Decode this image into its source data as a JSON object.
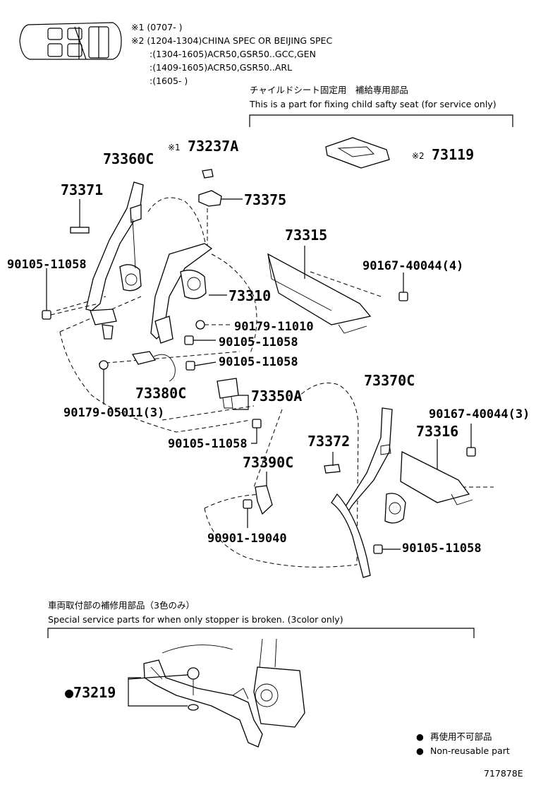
{
  "notes": {
    "note1": "※1 (0707-       )",
    "note2": "※2 (1204-1304)CHINA SPEC OR BEIJING SPEC",
    "note3": ":(1304-1605)ACR50,GSR50..GCC,GEN",
    "note4": ":(1409-1605)ACR50,GSR50..ARL",
    "note5": ":(1605-       )"
  },
  "child_seat": {
    "jp": "チャイルドシート固定用　補給専用部品",
    "en": "This is a part for fixing child safty seat (for service only)"
  },
  "special_service": {
    "jp": "車両取付部の補修用部品（3色のみ）",
    "en": "Special service parts for when only stopper is broken. (3color only)"
  },
  "legend": {
    "jp": "再使用不可部品",
    "en": "Non-reusable part"
  },
  "figure_id": "717878E",
  "markers": {
    "m1": "※1",
    "m2": "※2",
    "bullet": "●"
  },
  "parts": {
    "p73360C": "73360C",
    "p73237A": "73237A",
    "p73119": "73119",
    "p73371": "73371",
    "p73375": "73375",
    "p73315": "73315",
    "p90105_a": "90105-11058",
    "p90167_a": "90167-40044(4)",
    "p73310": "73310",
    "p90179_11010": "90179-11010",
    "p90105_b": "90105-11058",
    "p90105_c": "90105-11058",
    "p73380C": "73380C",
    "p73350A": "73350A",
    "p73370C": "73370C",
    "p90179_05011": "90179-05011(3)",
    "p90167_b": "90167-40044(3)",
    "p73316": "73316",
    "p90105_d": "90105-11058",
    "p73372": "73372",
    "p73390C": "73390C",
    "p90901": "90901-19040",
    "p90105_e": "90105-11058",
    "p73219": "73219"
  }
}
